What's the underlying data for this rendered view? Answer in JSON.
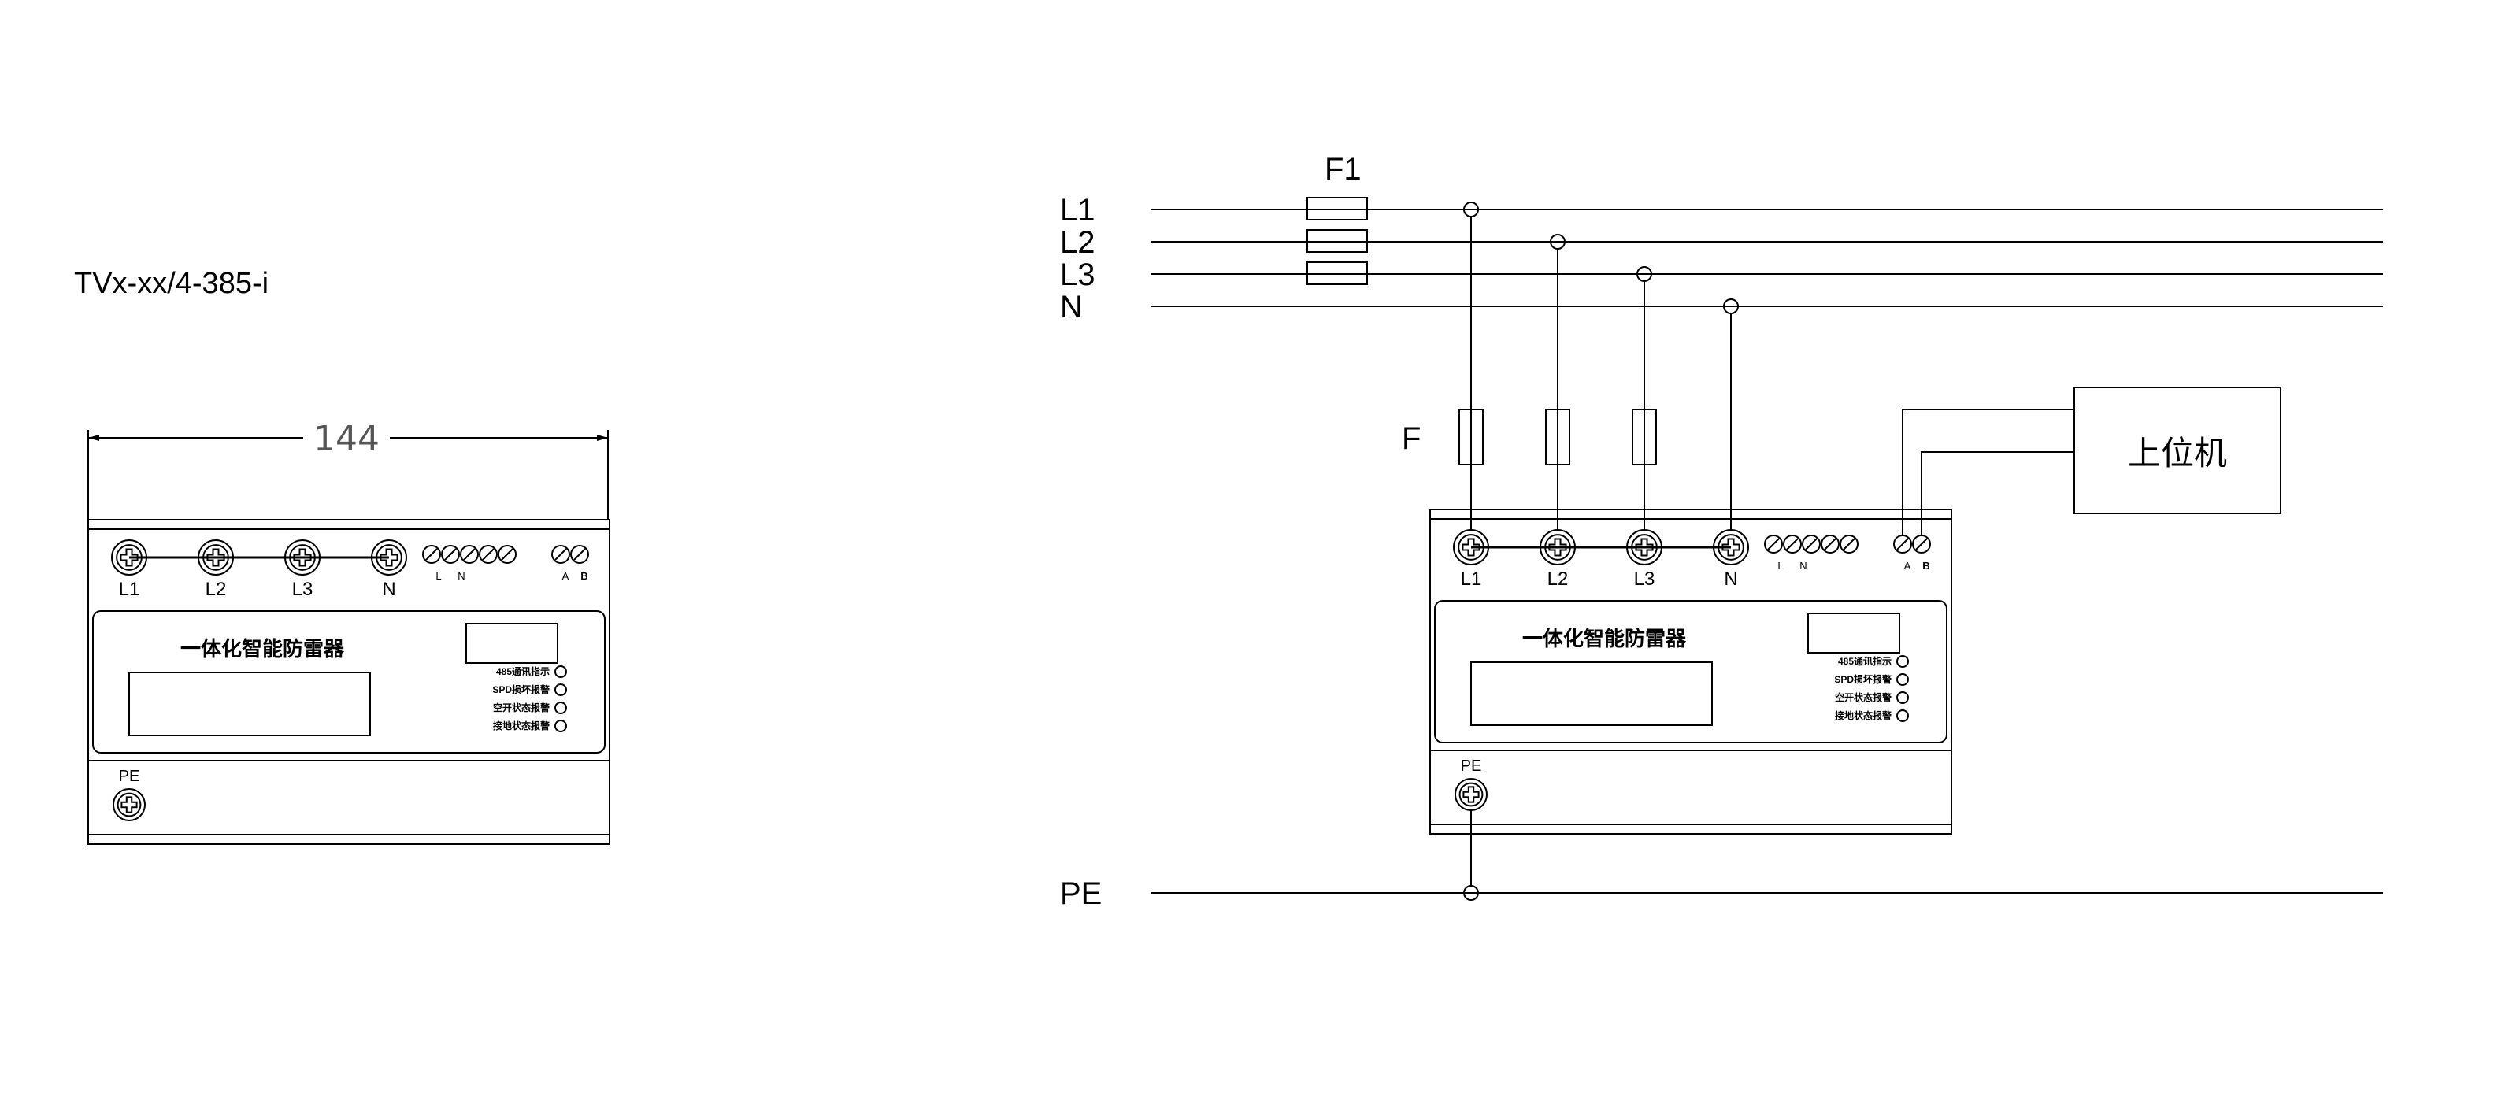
{
  "model_label": "TVx-xx/4-385-i",
  "dimension_label": "144",
  "device": {
    "terminal_labels": [
      "L1",
      "L2",
      "L3",
      "N"
    ],
    "signal_labels": [
      "L",
      "N"
    ],
    "comm_labels": [
      "A",
      "B"
    ],
    "title": "一体化智能防雷器",
    "indicators": [
      "485通讯指示",
      "SPD损坏报警",
      "空开状态报警",
      "接地状态报警"
    ],
    "pe_label": "PE"
  },
  "wiring": {
    "line_labels": [
      "L1",
      "L2",
      "L3",
      "N"
    ],
    "fuse_main_label": "F1",
    "fuse_branch_label": "F",
    "pe_bus_label": "PE",
    "host_label": "上位机"
  },
  "colors": {
    "line": "#000000",
    "background": "#ffffff"
  }
}
